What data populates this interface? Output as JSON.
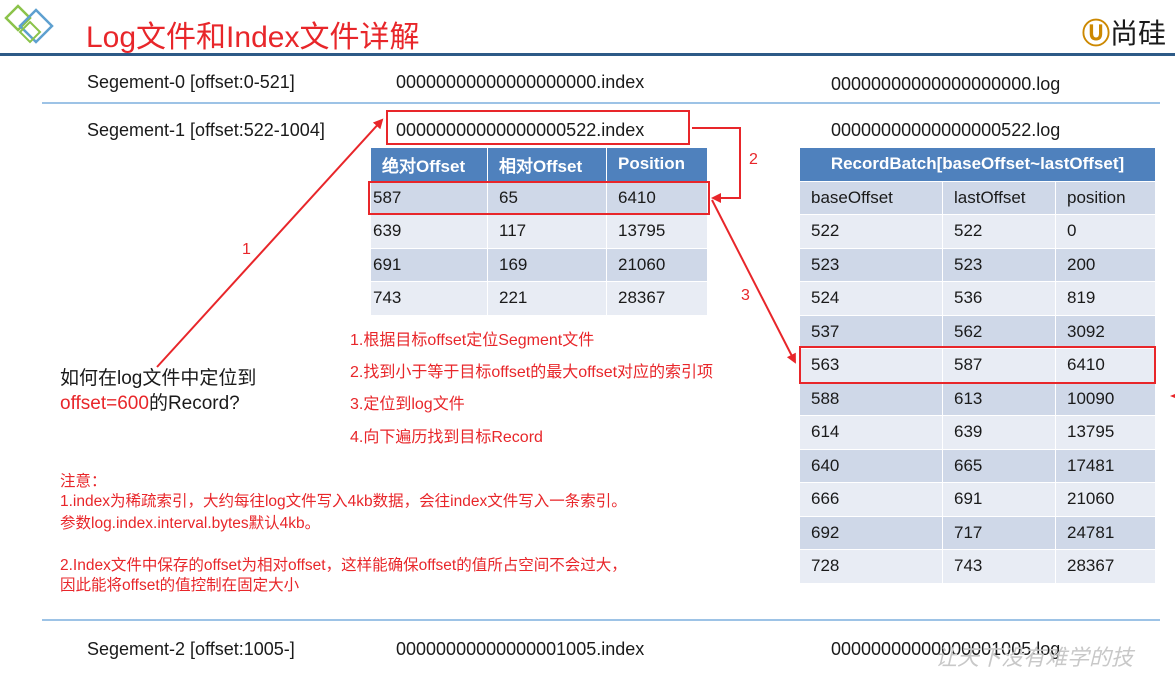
{
  "header": {
    "title": "Log文件和Index文件详解",
    "brand": "尚硅"
  },
  "segments": [
    {
      "label": "Segement-0 [offset:0-521]",
      "index_file": "00000000000000000000.index",
      "log_file": "00000000000000000000.log"
    },
    {
      "label": "Segement-1 [offset:522-1004]",
      "index_file": "00000000000000000522.index",
      "log_file": "00000000000000000522.log"
    },
    {
      "label": "Segement-2 [offset:1005-]",
      "index_file": "00000000000000001005.index",
      "log_file": "00000000000000001005.log"
    }
  ],
  "index_table": {
    "headers": [
      "绝对Offset",
      "相对Offset",
      "Position"
    ],
    "rows": [
      [
        "587",
        "65",
        "6410"
      ],
      [
        "639",
        "117",
        "13795"
      ],
      [
        "691",
        "169",
        "21060"
      ],
      [
        "743",
        "221",
        "28367"
      ]
    ]
  },
  "log_table": {
    "title": "RecordBatch[baseOffset~lastOffset]",
    "headers": [
      "baseOffset",
      "lastOffset",
      "position"
    ],
    "rows": [
      [
        "522",
        "522",
        "0"
      ],
      [
        "523",
        "523",
        "200"
      ],
      [
        "524",
        "536",
        "819"
      ],
      [
        "537",
        "562",
        "3092"
      ],
      [
        "563",
        "587",
        "6410"
      ],
      [
        "588",
        "613",
        "10090"
      ],
      [
        "614",
        "639",
        "13795"
      ],
      [
        "640",
        "665",
        "17481"
      ],
      [
        "666",
        "691",
        "21060"
      ],
      [
        "692",
        "717",
        "24781"
      ],
      [
        "728",
        "743",
        "28367"
      ]
    ]
  },
  "question": {
    "line1": "如何在log文件中定位到",
    "highlight": "offset=600",
    "line2_rest": "的Record?"
  },
  "steps": [
    "1.根据目标offset定位Segment文件",
    "2.找到小于等于目标offset的最大offset对应的索引项",
    "3.定位到log文件",
    "4.向下遍历找到目标Record"
  ],
  "arrow_labels": [
    "1",
    "2",
    "3"
  ],
  "notes": {
    "title": "注意：",
    "line1": "1.index为稀疏索引，大约每往log文件写入4kb数据，会往index文件写入一条索引。",
    "line2": "参数log.index.interval.bytes默认4kb。",
    "line3": "2.Index文件中保存的offset为相对offset，这样能确保offset的值所占空间不会过大，",
    "line4": "因此能将offset的值控制在固定大小"
  },
  "watermark": "让天下没有难学的技",
  "colors": {
    "accent_red": "#e8262a",
    "table_header": "#4f81bd",
    "row_odd": "#cfd8e8",
    "row_even": "#e8ecf4",
    "rule": "#9dc3e6"
  }
}
